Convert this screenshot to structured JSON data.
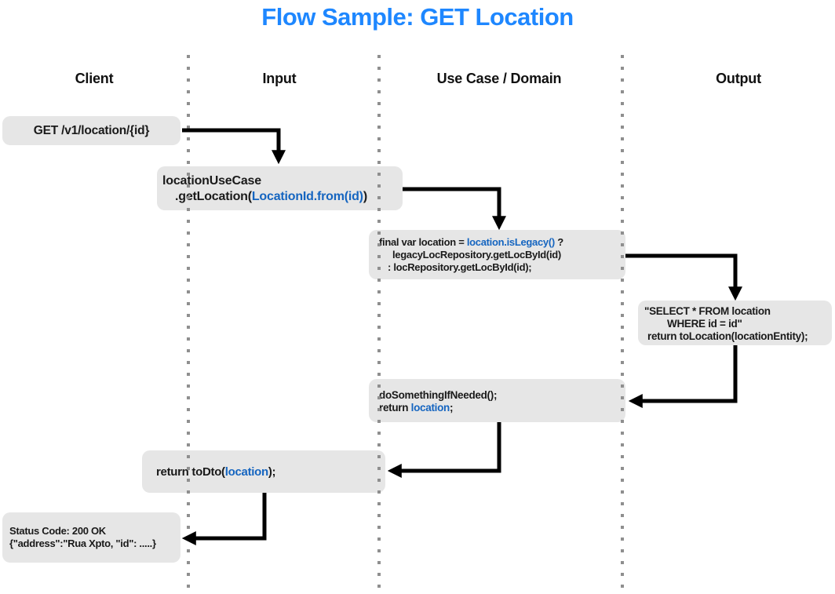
{
  "title": "Flow Sample: GET Location",
  "lanes": [
    {
      "label": "Client"
    },
    {
      "label": "Input"
    },
    {
      "label": "Use Case / Domain"
    },
    {
      "label": "Output"
    }
  ],
  "nodes": {
    "client_request": {
      "text": "GET /v1/location/{id}"
    },
    "usecase_call": {
      "line1": "locationUseCase",
      "line2_pre": ".getLocation(",
      "line2_code": "LocationId.from(id)",
      "line2_post": ")"
    },
    "domain_logic": {
      "line1_pre": "final var location = ",
      "line1_code": "location.isLegacy()",
      "line1_post": " ?",
      "line2": "legacyLocRepository.getLocById(id)",
      "line3": ": locRepository.getLocById(id);"
    },
    "output_query": {
      "line1": "\"SELECT * FROM location",
      "line2": "WHERE id = id\"",
      "line3": "return toLocation(locationEntity);"
    },
    "domain_return": {
      "line1": "doSomethingIfNeeded();",
      "line2_pre": "return ",
      "line2_code": "location",
      "line2_post": ";"
    },
    "input_return": {
      "pre": "return toDto(",
      "code": "location",
      "post": ");"
    },
    "client_response": {
      "line1": "Status Code: 200 OK",
      "line2": "{\"address\":\"Rua Xpto, \"id\": .....}"
    }
  },
  "colors": {
    "title_blue": "#1e87ff",
    "code_blue": "#1565c0",
    "node_background": "#e6e6e6",
    "arrow_black": "#000000",
    "lane_dot_gray": "#8f8f8f"
  }
}
